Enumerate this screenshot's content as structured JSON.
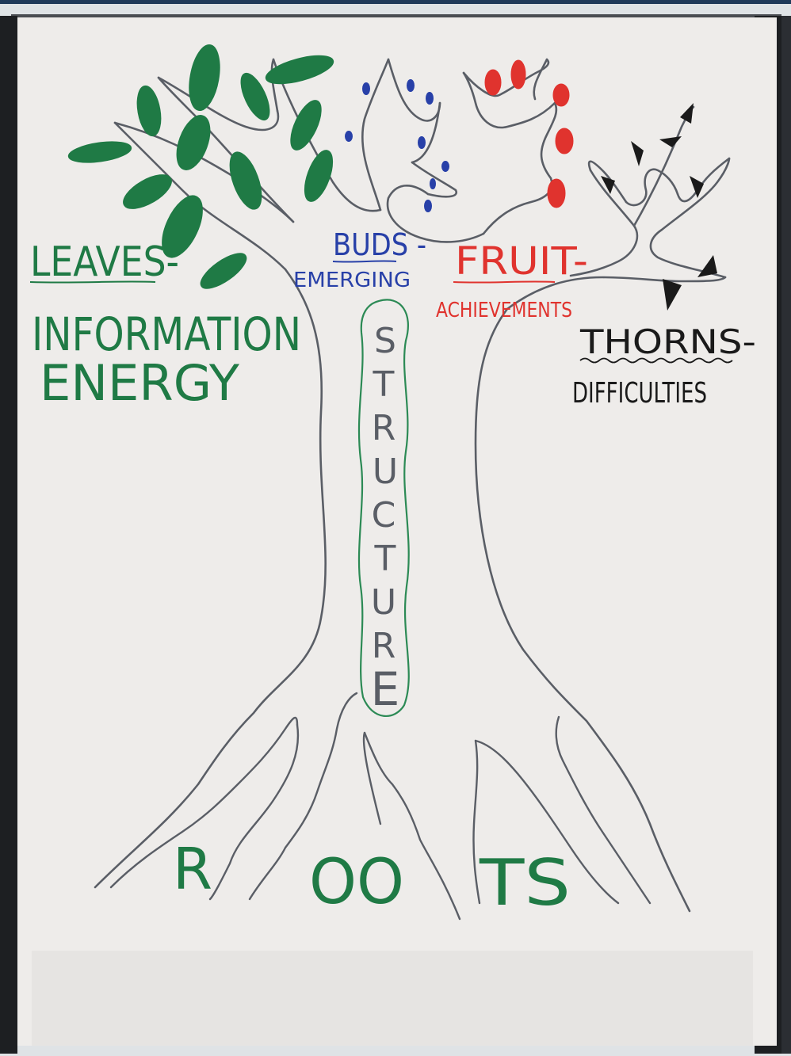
{
  "colors": {
    "leaves": "#1f7a45",
    "buds": "#2840a8",
    "fruit": "#e0332e",
    "thorns": "#1a1a1a",
    "trunk": "#5a5e66",
    "structure_outline": "#2c8a55"
  },
  "labels": {
    "leaves_title": "LEAVES-",
    "leaves_line1": "INFORMATION",
    "leaves_line2": "ENERGY",
    "buds_title": "BUDS -",
    "buds_sub": "EMERGING",
    "fruit_title": "FRUIT-",
    "fruit_sub": "ACHIEVEMENTS",
    "thorns_title": "THORNS-",
    "thorns_sub": "DIFFICULTIES",
    "structure_letters": [
      "S",
      "T",
      "R",
      "U",
      "C",
      "T",
      "U",
      "R",
      "E"
    ],
    "roots_r": "R",
    "roots_oo": "OO",
    "roots_ts": "TS"
  }
}
